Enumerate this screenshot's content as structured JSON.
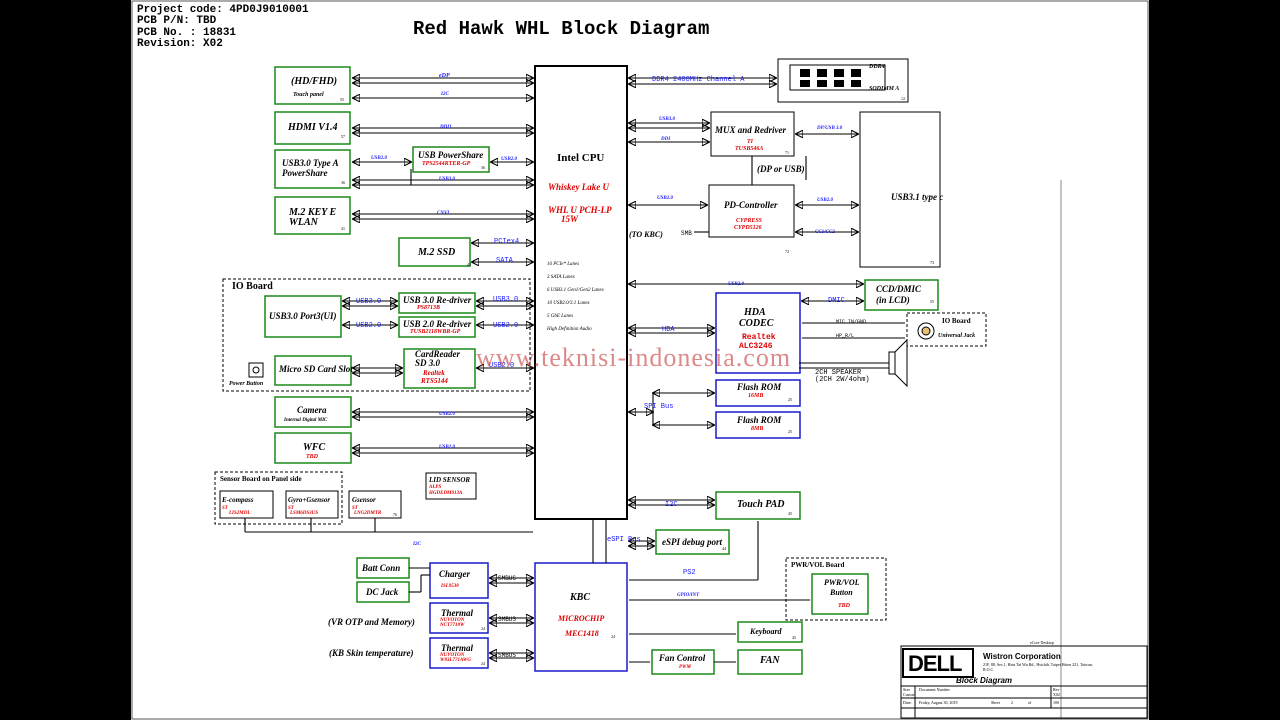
{
  "header": {
    "project_code": "Project code: 4PD0J9010001",
    "pcb_pn": "PCB P/N: TBD",
    "pcb_no": "PCB No. : 18831",
    "revision": "Revision: X02",
    "title": "Red Hawk WHL Block Diagram"
  },
  "cpu": {
    "name": "Intel CPU",
    "code1": "Whiskey Lake U",
    "code2": "WHL U PCH-LP",
    "code3": "15W",
    "lanes": [
      "16 PCIe* Lanes",
      "3 SATA Lanes",
      "6 USB3.1 Gen1/Gen2 Lanes",
      "10 USB2.0/3.1 Lanes",
      "5 GbE Lanes",
      "High Definition Audio"
    ]
  },
  "kbc": {
    "name": "KBC",
    "chip": "MICROCHIP",
    "part": "MEC1418",
    "page": "24"
  },
  "left_blocks": {
    "panel": {
      "line1": "(HD/FHD)",
      "line2": "Touch panel",
      "page": "55",
      "sig1": "eDP",
      "sig2": "I2C"
    },
    "hdmi": {
      "label": "HDMI V1.4",
      "page": "57",
      "sig": "DDI1"
    },
    "usb30a": {
      "line1": "USB3.0 Type A",
      "line2": "PowerShare",
      "page": "36",
      "sig_a": "USB2.0",
      "sig_b": "USB2.0",
      "sig_c": "USB3.0"
    },
    "powershare": {
      "label": "USB PowerShare",
      "part": "TPS2544RTER-GP",
      "page": "36"
    },
    "m2e": {
      "line1": "M.2 KEY E",
      "line2": "WLAN",
      "page": "41",
      "sig": "CNVI"
    },
    "m2ssd": {
      "label": "M.2 SSD",
      "page": "43",
      "sig1": "PCIex4",
      "sig2": "SATA"
    }
  },
  "io_board": {
    "title": "IO Board",
    "port": "USB3.0 Port3(UI)",
    "redriver30": {
      "label": "USB 3.0 Re-driver",
      "part": "PS8713B"
    },
    "redriver20": {
      "label": "USB 2.0 Re-driver",
      "part": "TUSB2118WBR-GP"
    },
    "sig_usb30": "USB3.0",
    "sig_usb20": "USB2.0",
    "sig_usb30b": "USB3.0",
    "sig_usb20b": "USB2.0",
    "sd": "Micro SD Card Slot",
    "cardreader": {
      "line1": "CardReader",
      "line2": "SD 3.0",
      "vendor": "Realtek",
      "part": "RTS5144",
      "sig": "USB2.0"
    },
    "power_button": "Power Button"
  },
  "camera": {
    "label": "Camera",
    "sub": "Internal Digital MIC",
    "sig": "USB2.0"
  },
  "wfc": {
    "label": "WFC",
    "sub": "TBD",
    "sig": "USB2.0"
  },
  "sensor_board": {
    "title": "Sensor Board on Panel side",
    "ecompass": {
      "label": "E-compass",
      "vendor": "ST",
      "part": "LIS2MDL"
    },
    "gyro": {
      "label": "Gyro+Gsensor",
      "vendor": "ST",
      "part": "LSM6DS3US"
    },
    "gsensor": {
      "label": "Gsensor",
      "vendor": "ST",
      "part": "LNG2DMTR",
      "page": "76"
    },
    "bus": "I2C"
  },
  "lid": {
    "label": "LID SENSOR",
    "vendor": "ALPS",
    "part": "HGDEDM013A"
  },
  "right_blocks": {
    "ddr": {
      "sig": "DDR4 2400MHz Channel A",
      "label": "DDR4",
      "sub": "SODIMM A",
      "page": "12"
    },
    "mux": {
      "label": "MUX and Redriver",
      "vendor": "TI",
      "part": "TUSB546A",
      "page": "71",
      "sig_in1": "USB3.0",
      "sig_in2": "DDI",
      "sig_out": "DP/USB 3.0",
      "note": "(DP or USB)"
    },
    "usb31c": {
      "label": "USB3.1 type c",
      "page": "73"
    },
    "pd": {
      "label": "PD-Controller",
      "vendor": "CYPRESS",
      "part": "CYPD5126",
      "page": "72",
      "sig_in": "USB2.0",
      "sig_out": "USB2.0",
      "sig_cc": "CC1/CC2",
      "kbc_note": "(TO KBC)",
      "smb": "SMB"
    },
    "ccd": {
      "line1": "CCD/DMIC",
      "line2": "(in LCD)",
      "page": "55",
      "sig": "USB2.0",
      "dmic": "DMIC"
    },
    "hda": {
      "line1": "HDA",
      "line2": "CODEC",
      "vendor": "Realtek",
      "part": "ALC3246",
      "sig": "HDA",
      "mic": "MIC_IN/GND",
      "hp": "HP_R/L",
      "speaker1": "2CH SPEAKER",
      "speaker2": "(2CH 2W/4ohm)"
    },
    "io_jack": {
      "title": "IO Board",
      "label": "Universal Jack"
    },
    "flash1": {
      "label": "Flash ROM",
      "size": "16MB",
      "page": "25"
    },
    "flash2": {
      "label": "Flash ROM",
      "size": "8MB",
      "page": "25"
    },
    "spi": "SPI Bus",
    "touchpad": {
      "label": "Touch PAD",
      "page": "45",
      "sig": "I2C"
    },
    "espi": {
      "label": "eSPI debug port",
      "page": "44",
      "sig": "eSPI Bus"
    }
  },
  "power_blocks": {
    "batt": "Batt Conn",
    "dcjack": "DC Jack",
    "charger": {
      "label": "Charger",
      "part": "ISL9538",
      "sig": "SMBUS"
    },
    "thermal1": {
      "label": "Thermal",
      "vendor": "NUVOTON",
      "part": "NCT7718W",
      "page": "24",
      "sig": "SMBUS",
      "note": "(VR OTP and Memory)"
    },
    "thermal2": {
      "label": "Thermal",
      "vendor": "NUVOTON",
      "part": "W83L771AWG",
      "page": "24",
      "sig": "SMBUS",
      "note": "(KB Skin temperature)"
    }
  },
  "kbc_side": {
    "ps2": "PS2",
    "gpio": "GPIO/INT",
    "pwr_board": {
      "title": "PWR/VOL Board",
      "line1": "PWR/VOL",
      "line2": "Button",
      "sub": "TBD"
    },
    "keyboard": {
      "label": "Keyboard",
      "page": "45"
    },
    "fanctl": {
      "label": "Fan Control",
      "sub": "PWM"
    },
    "fan": "FAN"
  },
  "title_block": {
    "brand": "DELL",
    "company": "Wistron Corporation",
    "address": "21F, 88, Sec.1, Hsin Tai Wu Rd., Hsichih, Taipei Hsien 221, Taiwan, R.O.C.",
    "doc_title": "Block Diagram",
    "rev": "X02",
    "sheet": "2",
    "of": "100",
    "date": "Friday, August 30, 2019",
    "size_label": "Size",
    "doc_label": "Document Number",
    "rev_label": "Rev",
    "custom": "Custom",
    "sheet_label": "Sheet",
    "of_label": "of",
    "date_label": "Date:",
    "desc": "eCore Desktop"
  },
  "watermark": "www.teknisi-indonesia.com"
}
